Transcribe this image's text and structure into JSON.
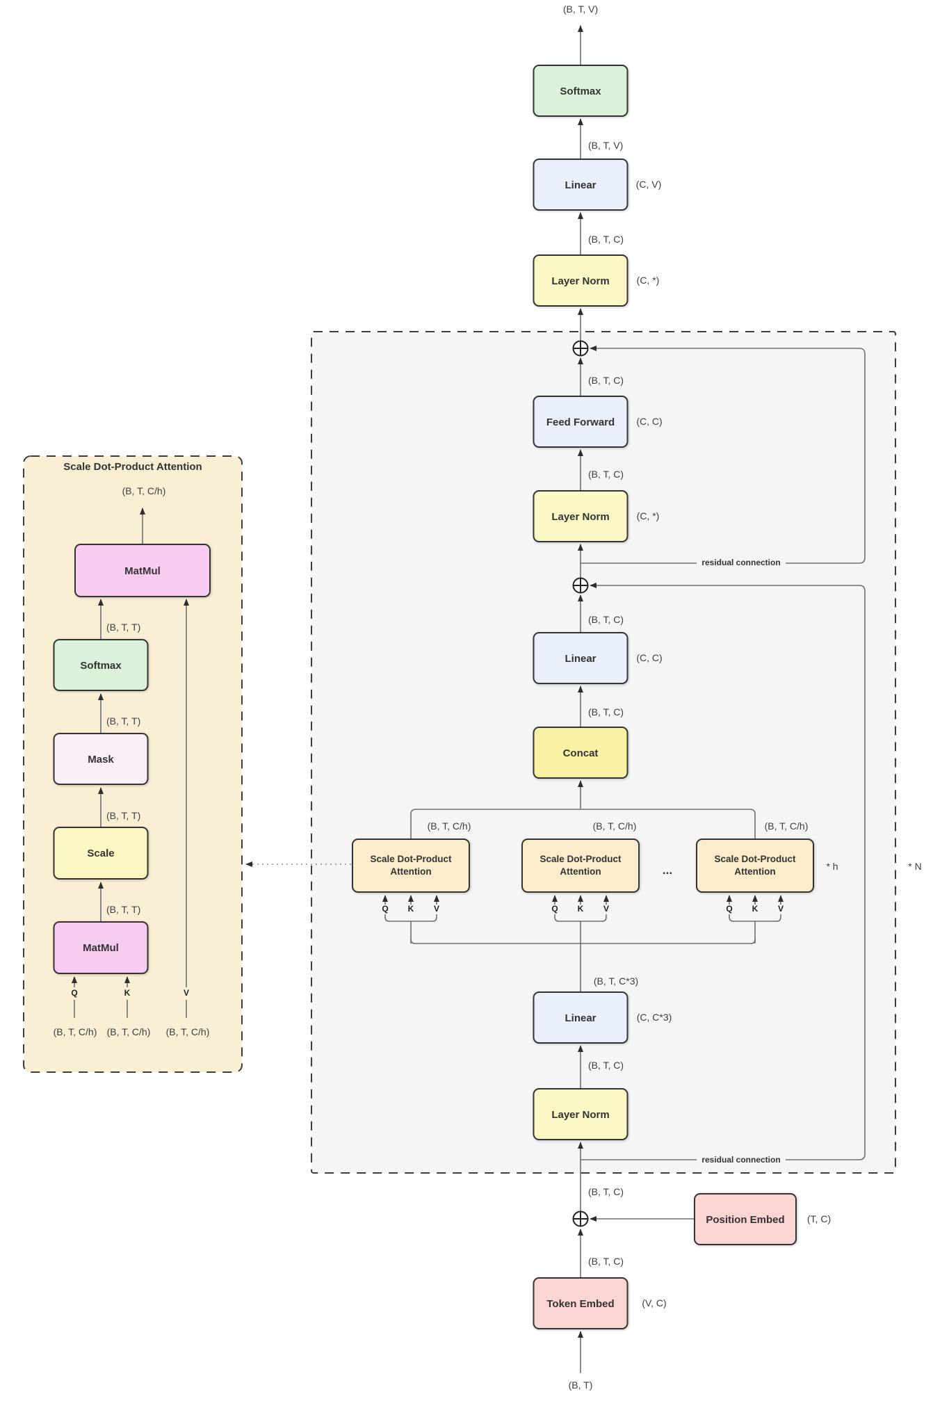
{
  "colors": {
    "green": "#DCF1DA",
    "blue": "#E9F0FB",
    "yellow": "#FCF8C5",
    "concat_yellow": "#F9F1A3",
    "scale_yellow": "#FBF7C2",
    "tan": "#FBEDCC",
    "cream": "#FAEFD4",
    "panel_gray": "#F5F5F5",
    "pink": "#FBD5D2",
    "magenta": "#F8CCF0",
    "pale_pink": "#FAEFF9"
  },
  "labels": {
    "softmax": "Softmax",
    "linear": "Linear",
    "layer_norm": "Layer Norm",
    "feed_forward": "Feed Forward",
    "concat": "Concat",
    "sdpa_line1": "Scale Dot-Product",
    "sdpa_line2": "Attention",
    "sdpa_title": "Scale Dot-Product Attention",
    "matmul": "MatMul",
    "mask": "Mask",
    "scale": "Scale",
    "token_embed": "Token Embed",
    "position_embed": "Position Embed",
    "residual": "residual connection",
    "q": "Q",
    "k": "K",
    "v": "V",
    "dots": "...",
    "times_h": "* h",
    "times_n": "* N"
  },
  "dims": {
    "btv": "(B, T, V)",
    "btc": "(B, T, C)",
    "btch": "(B, T, C/h)",
    "btt": "(B, T, T)",
    "btc3": "(B, T, C*3)",
    "bt": "(B, T)",
    "cv": "(C, V)",
    "cstar": "(C, *)",
    "cc": "(C, C)",
    "cc3": "(C, C*3)",
    "tc": "(T, C)",
    "vc": "(V, C)"
  }
}
